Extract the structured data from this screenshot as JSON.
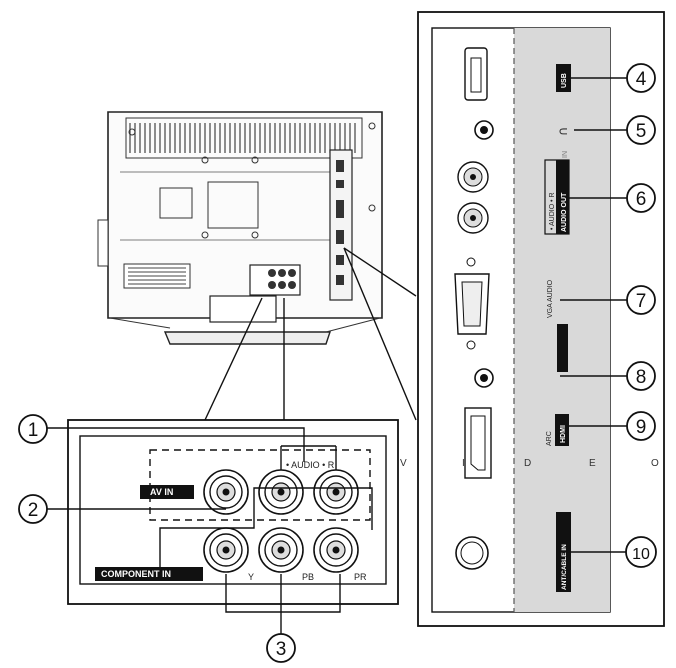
{
  "callouts": [
    "1",
    "2",
    "3",
    "4",
    "5",
    "6",
    "7",
    "8",
    "9",
    "10"
  ],
  "av_panel": {
    "audio_label": "• AUDIO • R",
    "av_in": "AV IN",
    "component_in": "COMPONENT IN",
    "y": "Y",
    "pb": "PB",
    "pr": "PR"
  },
  "side_panel": {
    "usb": "USB",
    "audio_out": "• AUDIO • R AUDIO OUT",
    "audio_out_suffix": "IN",
    "vga_audio": "VGA AUDIO",
    "arc": "ARC",
    "hdmi": "HDMI",
    "ant": "ANT/CABLE IN"
  },
  "side_letters": [
    "V",
    "I",
    "D",
    "E",
    "O"
  ]
}
